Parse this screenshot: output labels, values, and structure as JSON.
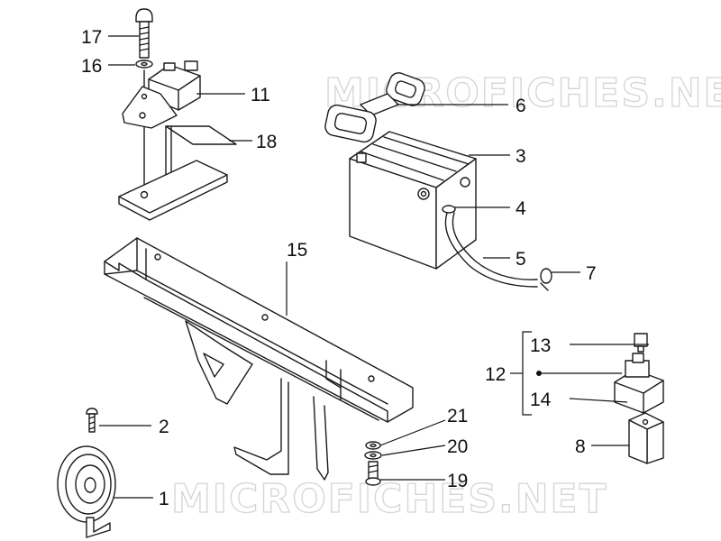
{
  "watermark": {
    "text": "MICROFICHES.NET"
  },
  "callouts": {
    "c1": "1",
    "c2": "2",
    "c3": "3",
    "c4": "4",
    "c5": "5",
    "c6": "6",
    "c7": "7",
    "c8": "8",
    "c11": "11",
    "c12": "12",
    "c13": "13",
    "c14": "14",
    "c15": "15",
    "c16": "16",
    "c17": "17",
    "c18": "18",
    "c19": "19",
    "c20": "20",
    "c21": "21"
  }
}
